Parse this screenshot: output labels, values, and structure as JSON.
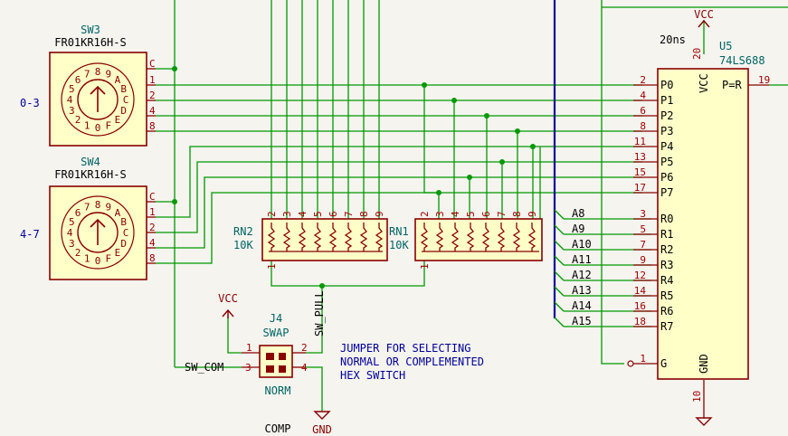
{
  "sw3": {
    "ref": "SW3",
    "value": "FR01KR16H-S",
    "range": "0-3",
    "pins": [
      "C",
      "1",
      "2",
      "4",
      "8"
    ],
    "dial": "0123456789ABCDEF"
  },
  "sw4": {
    "ref": "SW4",
    "value": "FR01KR16H-S",
    "range": "4-7",
    "pins": [
      "C",
      "1",
      "2",
      "4",
      "8"
    ],
    "dial": "0123456789ABCDEF"
  },
  "rn2": {
    "ref": "RN2",
    "value": "10K",
    "common": "1",
    "pins": [
      "2",
      "3",
      "4",
      "5",
      "6",
      "7",
      "8",
      "9"
    ]
  },
  "rn1": {
    "ref": "RN1",
    "value": "10K",
    "common": "1",
    "pins": [
      "2",
      "3",
      "4",
      "5",
      "6",
      "7",
      "8",
      "9"
    ]
  },
  "j4": {
    "ref": "J4",
    "value": "SWAP",
    "pos_a": "NORM",
    "pos_b": "COMP",
    "pins": [
      "1",
      "2",
      "3",
      "4"
    ]
  },
  "u5": {
    "ref": "U5",
    "value": "74LS688",
    "timing": "20ns",
    "vcc_pin": "20",
    "gnd_pin": "10",
    "left_pins": [
      {
        "name": "P0",
        "num": "2"
      },
      {
        "name": "P1",
        "num": "4"
      },
      {
        "name": "P2",
        "num": "6"
      },
      {
        "name": "P3",
        "num": "8"
      },
      {
        "name": "P4",
        "num": "11"
      },
      {
        "name": "P5",
        "num": "13"
      },
      {
        "name": "P6",
        "num": "15"
      },
      {
        "name": "P7",
        "num": "17"
      },
      {
        "name": "R0",
        "num": "3"
      },
      {
        "name": "R1",
        "num": "5"
      },
      {
        "name": "R2",
        "num": "7"
      },
      {
        "name": "R3",
        "num": "9"
      },
      {
        "name": "R4",
        "num": "12"
      },
      {
        "name": "R5",
        "num": "14"
      },
      {
        "name": "R6",
        "num": "16"
      },
      {
        "name": "R7",
        "num": "18"
      },
      {
        "name": "G",
        "num": "1"
      }
    ],
    "vcc_label": "VCC",
    "gnd_label": "GND",
    "out_name": "P=R",
    "out_num": "19"
  },
  "bus_labels": [
    "A8",
    "A9",
    "A10",
    "A11",
    "A12",
    "A13",
    "A14",
    "A15"
  ],
  "nets": {
    "sw_com": "SW_COM",
    "sw_pull": "SW_PULL"
  },
  "power": {
    "vcc": "VCC",
    "gnd": "GND"
  },
  "note": [
    "JUMPER FOR SELECTING",
    "NORMAL OR COMPLEMENTED",
    "HEX SWITCH"
  ]
}
